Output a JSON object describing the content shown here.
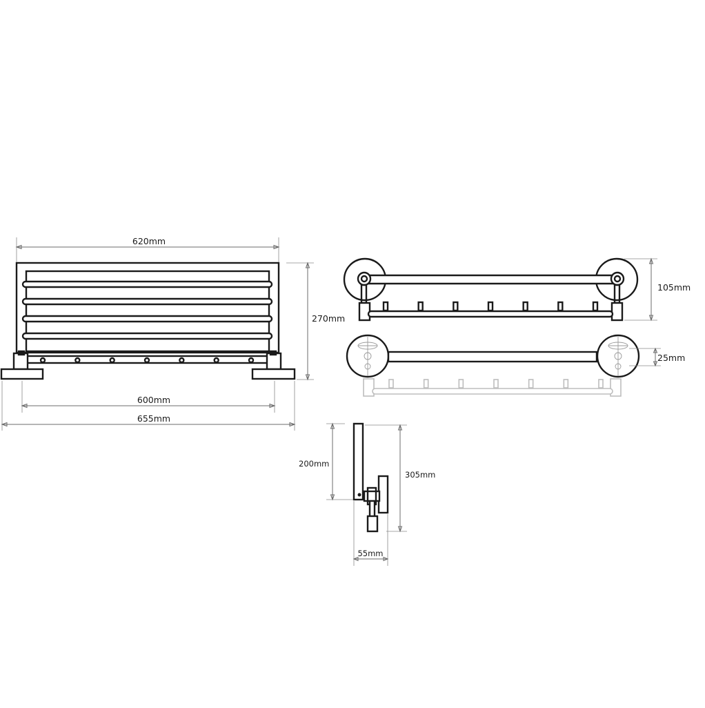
{
  "colors": {
    "line": "#1a1a1a",
    "dimension": "#6b6b6b",
    "ghost": "#bdbdbd",
    "background": "#ffffff"
  },
  "front_view": {
    "dim_top": "620mm",
    "dim_height": "270mm",
    "dim_inner": "600mm",
    "dim_total": "655mm",
    "hook_count": 7
  },
  "top_view": {
    "dim_height": "105mm",
    "hook_count": 7
  },
  "back_view": {
    "dim_plate": "25mm"
  },
  "side_view": {
    "dim_left": "200mm",
    "dim_right": "305mm",
    "dim_depth": "55mm"
  }
}
